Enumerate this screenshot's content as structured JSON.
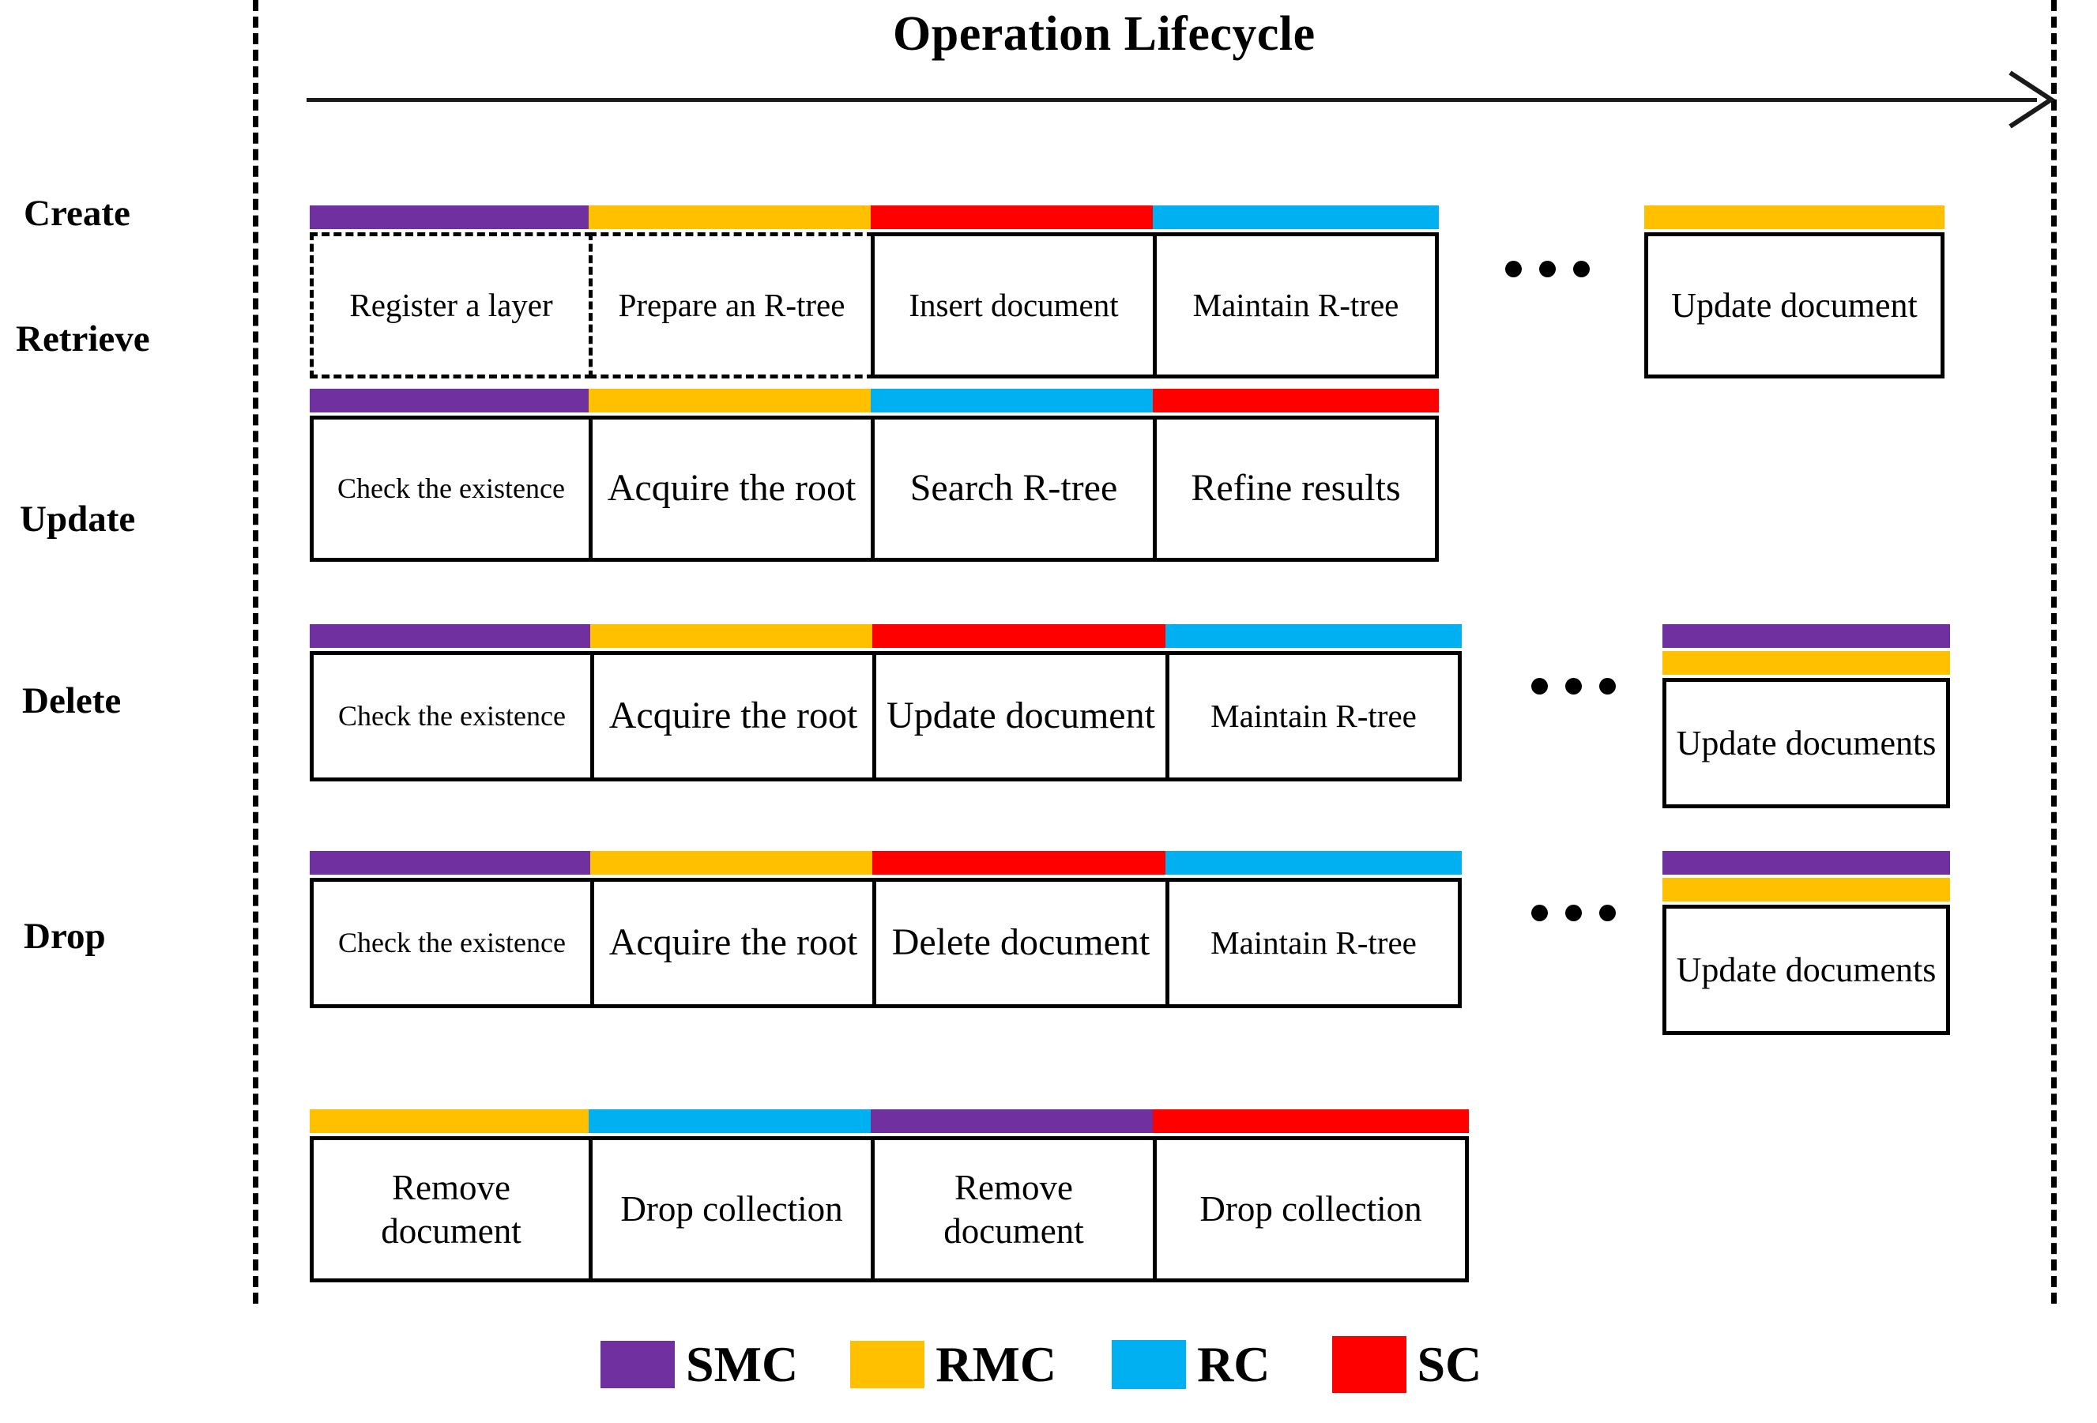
{
  "title": "Operation Lifecycle",
  "colors": {
    "SMC": "#7030A0",
    "RMC": "#FFC000",
    "RC": "#00B0F0",
    "SC": "#FF0000",
    "outline": "#000000",
    "background": "#FFFFFF"
  },
  "legend": {
    "items": [
      {
        "label": "SMC",
        "color": "#7030A0"
      },
      {
        "label": "RMC",
        "color": "#FFC000"
      },
      {
        "label": "RC",
        "color": "#00B0F0"
      },
      {
        "label": "SC",
        "color": "#FF0000"
      }
    ]
  },
  "ellipsis_text": "...",
  "rows": [
    {
      "label": "Create",
      "has_ellipsis": true,
      "boxes": [
        {
          "text": "Register a layer",
          "caps": [
            "SMC"
          ],
          "border": "dashed"
        },
        {
          "text": "Prepare an R-tree",
          "caps": [
            "RMC"
          ],
          "border": "dashed"
        },
        {
          "text": "Insert document",
          "caps": [
            "SC"
          ],
          "border": "solid"
        },
        {
          "text": "Maintain R-tree",
          "caps": [
            "RC"
          ],
          "border": "solid"
        }
      ],
      "tail_box": {
        "text": "Update document",
        "caps": [
          "RMC"
        ],
        "border": "solid"
      }
    },
    {
      "label": "Retrieve",
      "has_ellipsis": false,
      "boxes": [
        {
          "text": "Check the existence",
          "caps": [
            "SMC"
          ],
          "border": "solid"
        },
        {
          "text": "Acquire the root",
          "caps": [
            "RMC"
          ],
          "border": "solid"
        },
        {
          "text": "Search R-tree",
          "caps": [
            "RC"
          ],
          "border": "solid"
        },
        {
          "text": "Refine results",
          "caps": [
            "SC"
          ],
          "border": "solid"
        }
      ],
      "tail_box": null
    },
    {
      "label": "Update",
      "has_ellipsis": true,
      "boxes": [
        {
          "text": "Check the existence",
          "caps": [
            "SMC"
          ],
          "border": "solid"
        },
        {
          "text": "Acquire the root",
          "caps": [
            "RMC"
          ],
          "border": "solid"
        },
        {
          "text": "Update document",
          "caps": [
            "SC"
          ],
          "border": "solid"
        },
        {
          "text": "Maintain R-tree",
          "caps": [
            "RC"
          ],
          "border": "solid"
        }
      ],
      "tail_box": {
        "text": "Update documents",
        "caps": [
          "SMC",
          "RMC"
        ],
        "border": "solid"
      }
    },
    {
      "label": "Delete",
      "has_ellipsis": true,
      "boxes": [
        {
          "text": "Check the existence",
          "caps": [
            "SMC"
          ],
          "border": "solid"
        },
        {
          "text": "Acquire the root",
          "caps": [
            "RMC"
          ],
          "border": "solid"
        },
        {
          "text": "Delete document",
          "caps": [
            "SC"
          ],
          "border": "solid"
        },
        {
          "text": "Maintain R-tree",
          "caps": [
            "RC"
          ],
          "border": "solid"
        }
      ],
      "tail_box": {
        "text": "Update documents",
        "caps": [
          "SMC",
          "RMC"
        ],
        "border": "solid"
      }
    },
    {
      "label": "Drop",
      "has_ellipsis": false,
      "boxes": [
        {
          "text": "Remove document",
          "caps": [
            "RMC"
          ],
          "border": "solid"
        },
        {
          "text": "Drop collection",
          "caps": [
            "RC"
          ],
          "border": "solid"
        },
        {
          "text": "Remove document",
          "caps": [
            "SMC"
          ],
          "border": "solid"
        },
        {
          "text": "Drop collection",
          "caps": [
            "SC"
          ],
          "border": "solid"
        }
      ],
      "tail_box": null
    }
  ],
  "chart_data": {
    "type": "table",
    "title": "Operation Lifecycle",
    "legend_entries": [
      "SMC",
      "RMC",
      "RC",
      "SC"
    ],
    "categories": [
      "Create",
      "Retrieve",
      "Update",
      "Delete",
      "Drop"
    ],
    "series": [
      {
        "name": "Create",
        "values": [
          "Register a layer (SMC)",
          "Prepare an R-tree (RMC)",
          "Insert document (SC)",
          "Maintain R-tree (RC)",
          "Update document (RMC)"
        ]
      },
      {
        "name": "Retrieve",
        "values": [
          "Check the existence (SMC)",
          "Acquire the root (RMC)",
          "Search R-tree (RC)",
          "Refine results (SC)"
        ]
      },
      {
        "name": "Update",
        "values": [
          "Check the existence (SMC)",
          "Acquire the root (RMC)",
          "Update document (SC)",
          "Maintain R-tree (RC)",
          "Update documents (SMC,RMC)"
        ]
      },
      {
        "name": "Delete",
        "values": [
          "Check the existence (SMC)",
          "Acquire the root (RMC)",
          "Delete document (SC)",
          "Maintain R-tree (RC)",
          "Update documents (SMC,RMC)"
        ]
      },
      {
        "name": "Drop",
        "values": [
          "Remove document (RMC)",
          "Drop collection (RC)",
          "Remove document (SMC)",
          "Drop collection (SC)"
        ]
      }
    ]
  }
}
